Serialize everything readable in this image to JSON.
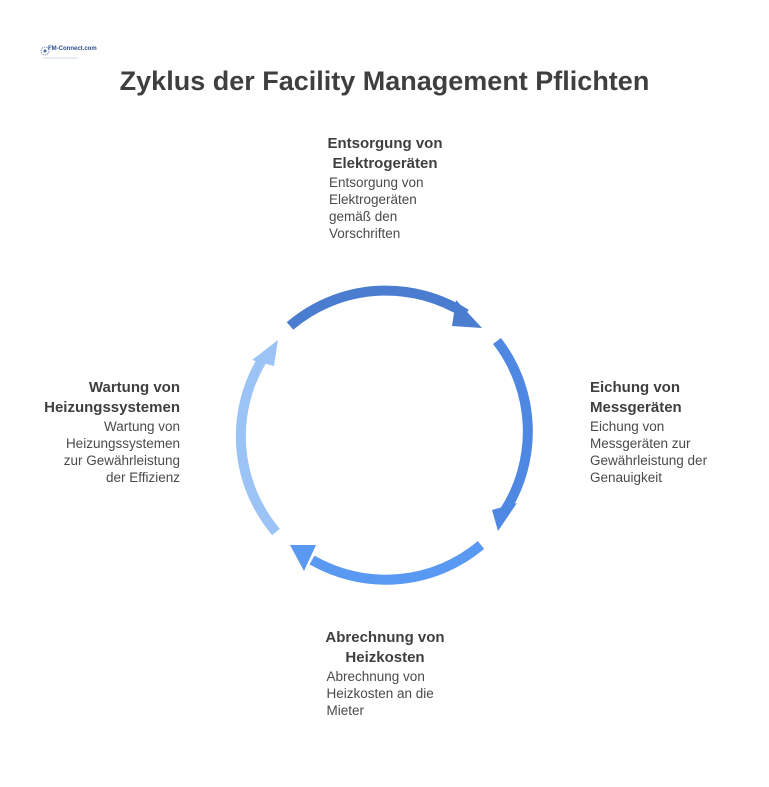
{
  "logo": {
    "text": "FM-Connect.com",
    "icon": "fm-connect-logo-icon"
  },
  "title": "Zyklus der Facility Management Pflichten",
  "colors": {
    "arrow_top": "#4a7cd0",
    "arrow_right": "#4f88e3",
    "arrow_bottom": "#5a99f2",
    "arrow_left": "#9cc3f6"
  },
  "stages": {
    "top": {
      "title": "Entsorgung von Elektrogeräten",
      "title_line1": "Entsorgung von",
      "title_line2": "Elektrogeräten",
      "description_line1": "Entsorgung von",
      "description_line2": "Elektrogeräten",
      "description_line3": "gemäß den",
      "description_line4": "Vorschriften"
    },
    "right": {
      "title_line1": "Eichung von",
      "title_line2": "Messgeräten",
      "description_line1": "Eichung von",
      "description_line2": "Messgeräten zur",
      "description_line3": "Gewährleistung der",
      "description_line4": "Genauigkeit"
    },
    "bottom": {
      "title_line1": "Abrechnung von",
      "title_line2": "Heizkosten",
      "description_line1": "Abrechnung von",
      "description_line2": "Heizkosten an die",
      "description_line3": "Mieter"
    },
    "left": {
      "title_line1": "Wartung von",
      "title_line2": "Heizungssystemen",
      "description_line1": "Wartung von",
      "description_line2": "Heizungssystemen",
      "description_line3": "zur Gewährleistung",
      "description_line4": "der Effizienz"
    }
  }
}
